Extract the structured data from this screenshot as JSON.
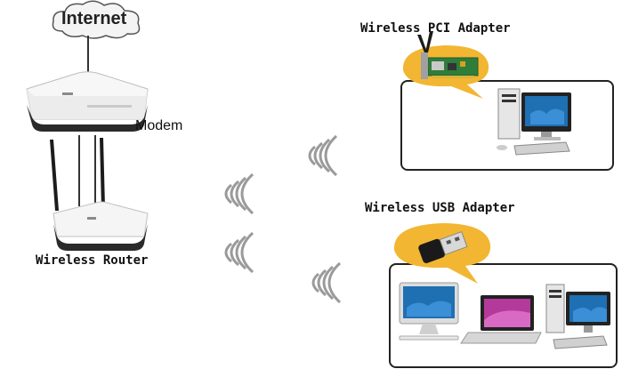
{
  "cloud": {
    "label": "Internet"
  },
  "modem": {
    "label": "Modem"
  },
  "router": {
    "label": "Wireless Router"
  },
  "pci": {
    "label": "Wireless PCI Adapter"
  },
  "usb": {
    "label": "Wireless USB Adapter"
  },
  "colors": {
    "bubble": "#f2b632",
    "router_body": "#f5f5f5",
    "router_base": "#2a2a2a",
    "screen": "#1f6fb3",
    "pcb": "#2f7d3b"
  }
}
